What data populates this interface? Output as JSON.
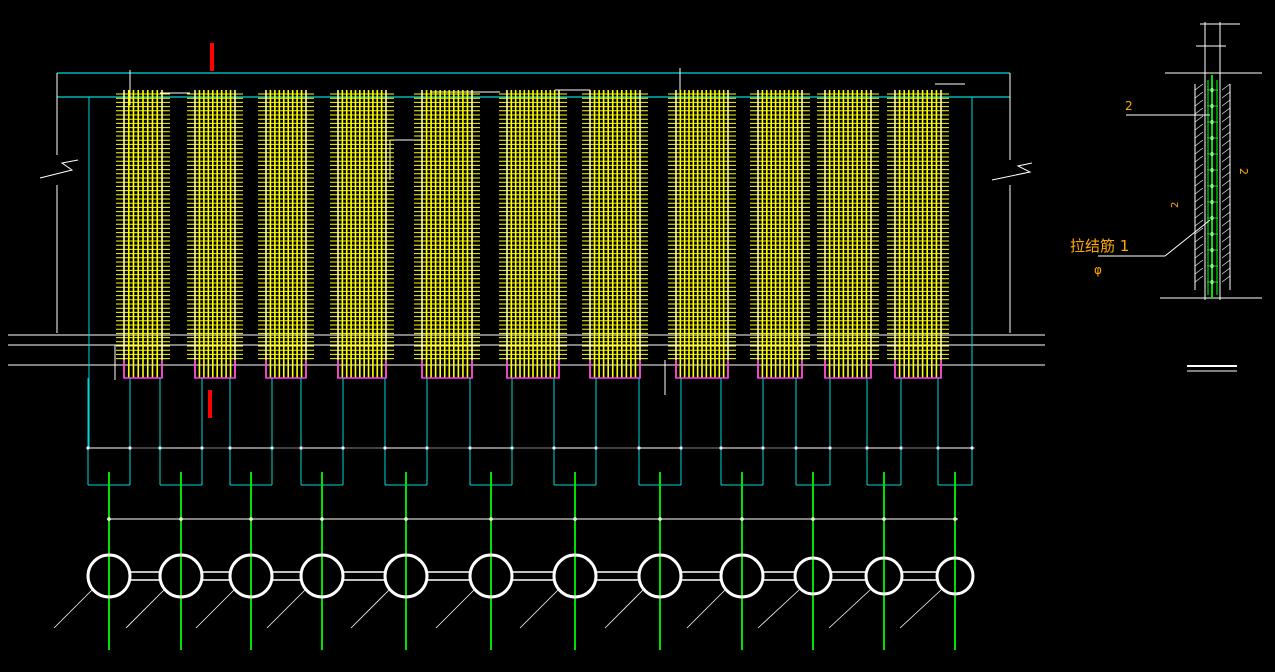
{
  "drawing": {
    "background": "#000000",
    "colors": {
      "outline": "#00d8d8",
      "rebar": "#ffff00",
      "stirrup": "#ffffff",
      "hoop_end": "#ff33ff",
      "axis": "#00e000",
      "section_mark": "#ff0000",
      "annotation": "#ffaa00",
      "dimension": "#ffffff"
    },
    "elevation": {
      "pile_count": 12,
      "break_symbol": "zigzag"
    },
    "section": {
      "tie_label": "拉结筋 1",
      "tie_sub": "φ",
      "mark_left": "2",
      "mark_right": "2",
      "mark_mid": "2"
    }
  }
}
